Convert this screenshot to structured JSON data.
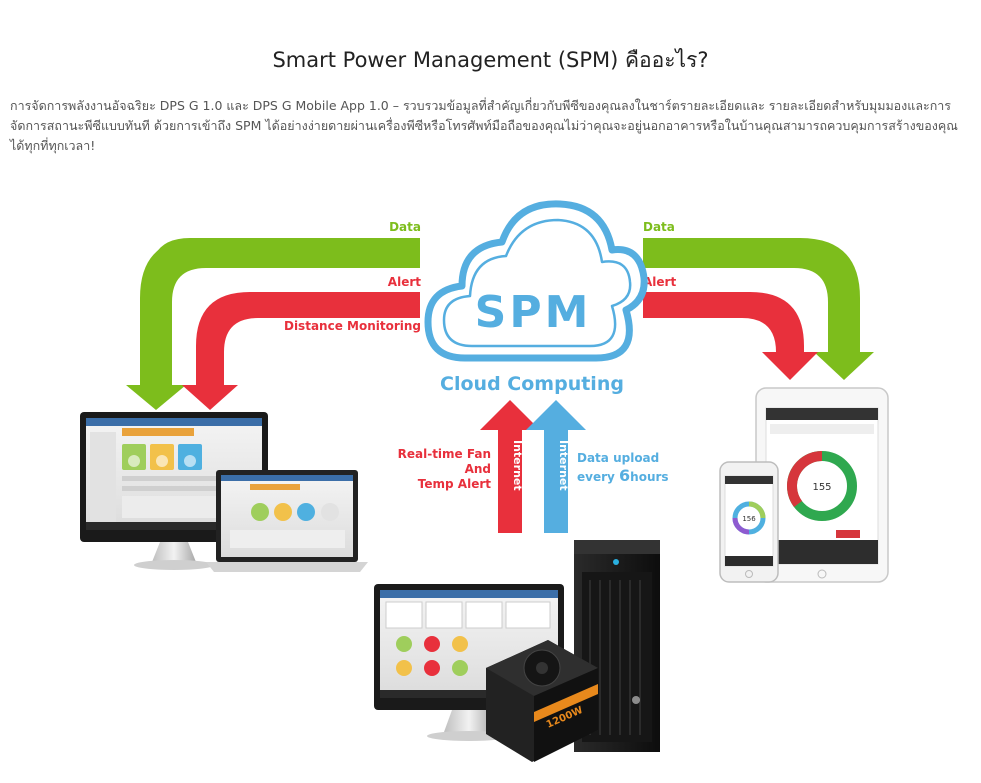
{
  "page": {
    "title": "Smart Power Management (SPM) คืออะไร?",
    "description": "การจัดการพลังงานอัจฉริยะ DPS G 1.0 และ DPS G Mobile App 1.0 – รวบรวมข้อมูลที่สำคัญเกี่ยวกับพีซีของคุณลงในชาร์ตรายละเอียดและ รายละเอียดสำหรับมุมมองและการจัดการสถานะพีซีแบบทันที ด้วยการเข้าถึง SPM ได้อย่างง่ายดายผ่านเครื่องพีซีหรือโทรศัพท์มือถือของคุณไม่ว่าคุณจะอยู่นอกอาคารหรือในบ้านคุณสามารถควบคุมการสร้างของคุณได้ทุกที่ทุกเวลา!"
  },
  "diagram": {
    "cloud_label": "SPM",
    "cloud_caption": "Cloud Computing",
    "left_data": "Data",
    "left_alert": "Alert",
    "left_distance": "Distance Monitoring",
    "right_data": "Data",
    "right_alert": "Alert",
    "internet_left": "Internet",
    "internet_right": "Internet",
    "realtime_line1": "Real-time Fan",
    "realtime_line2": "And",
    "realtime_line3": "Temp Alert",
    "upload_line1": "Data upload",
    "upload_line2a": "every ",
    "upload_line2b": "6",
    "upload_line2c": "hours",
    "psu_label": "1200W",
    "tablet_value": "155",
    "phone_value": "156"
  },
  "colors": {
    "green": "#7dbd1c",
    "red": "#e8303c",
    "blue": "#55aee0",
    "title": "#222222",
    "text": "#555555"
  }
}
